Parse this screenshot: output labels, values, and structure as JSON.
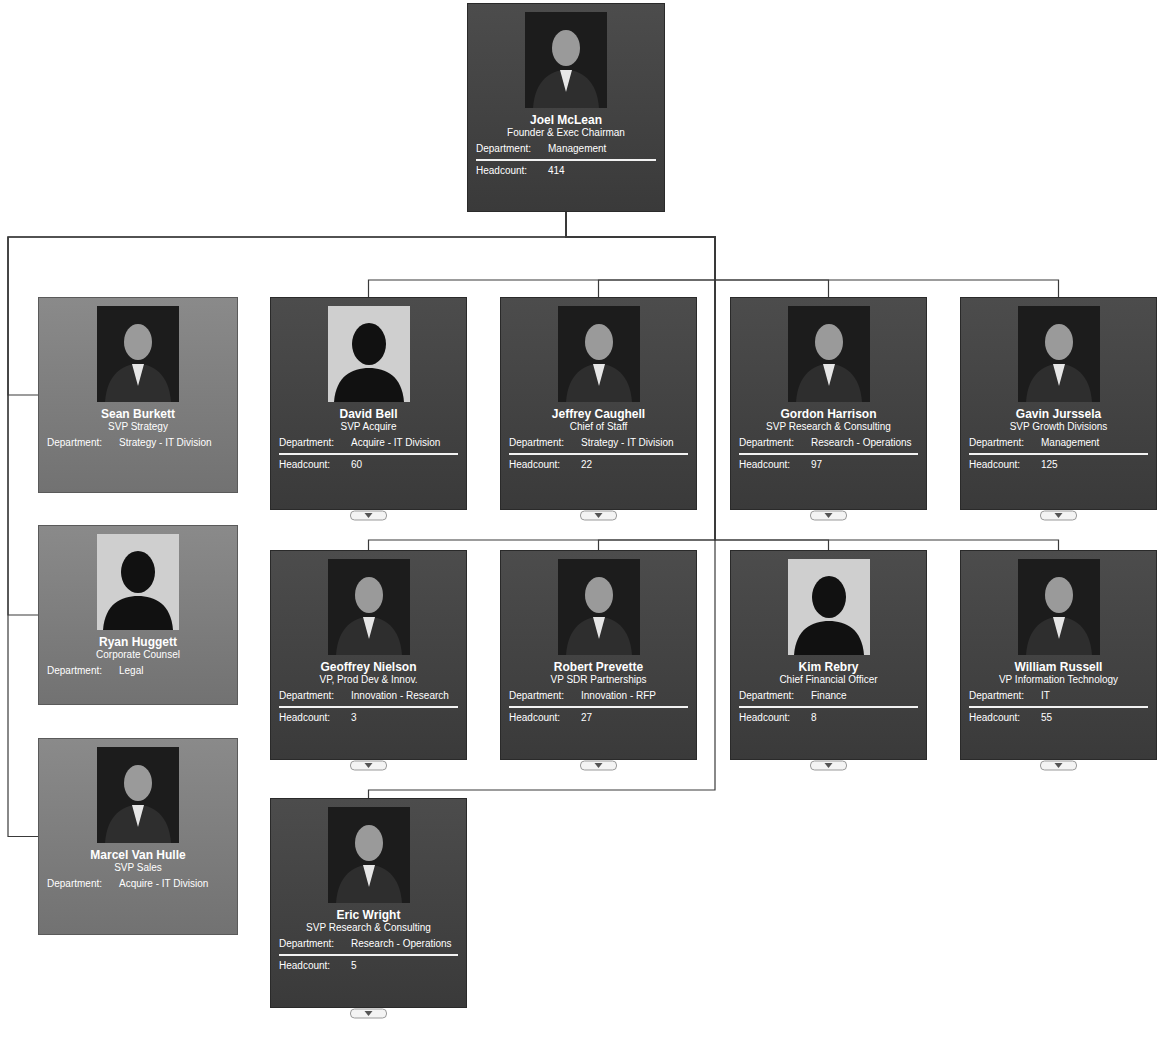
{
  "diagram": {
    "nodes": [
      {
        "text": [
          "Joel McLean",
          "Founder & Exec Chairman",
          "Department:",
          "Management",
          "Headcount:",
          "414"
        ]
      },
      {
        "text": [
          "Sean Burkett",
          "SVP Strategy",
          "Department:",
          "Strategy - IT Division"
        ]
      },
      {
        "text": [
          "Ryan Huggett",
          "Corporate Counsel",
          "Department:",
          "Legal"
        ]
      },
      {
        "text": [
          "Marcel Van Hulle",
          "SVP Sales",
          "Department:",
          "Acquire - IT Division"
        ]
      },
      {
        "text": [
          "David Bell",
          "SVP Acquire",
          "Department:",
          "Acquire - IT Division",
          "Headcount:",
          "60"
        ]
      },
      {
        "text": [
          "Jeffrey Caughell",
          "Chief of Staff",
          "Department:",
          "Strategy - IT Division",
          "Headcount:",
          "22"
        ]
      },
      {
        "text": [
          "Gordon Harrison",
          "SVP Research & Consulting",
          "Department:",
          "Research - Operations",
          "Headcount:",
          "97"
        ]
      },
      {
        "text": [
          "Gavin Jurssela",
          "SVP Growth Divisions",
          "Department:",
          "Management",
          "Headcount:",
          "125"
        ]
      },
      {
        "text": [
          "Geoffrey Nielson",
          "VP, Prod Dev & Innov.",
          "Department:",
          "Innovation - Research",
          "Headcount:",
          "3"
        ]
      },
      {
        "text": [
          "Robert Prevette",
          "VP SDR Partnerships",
          "Department:",
          "Innovation - RFP",
          "Headcount:",
          "27"
        ]
      },
      {
        "text": [
          "Kim Rebry",
          "Chief Financial Officer",
          "Department:",
          "Finance",
          "Headcount:",
          "8"
        ]
      },
      {
        "text": [
          "William Russell",
          "VP Information Technology",
          "Department:",
          "IT",
          "Headcount:",
          "55"
        ]
      },
      {
        "text": [
          "Eric Wright",
          "SVP Research & Consulting",
          "Department:",
          "Research - Operations",
          "Headcount:",
          "5"
        ]
      }
    ],
    "edges": [
      {
        "from": 0,
        "to": 1,
        "arrow": "none"
      },
      {
        "from": 0,
        "to": 2,
        "arrow": "none"
      },
      {
        "from": 0,
        "to": 3,
        "arrow": "none"
      },
      {
        "from": 0,
        "to": 4,
        "arrow": "none"
      },
      {
        "from": 0,
        "to": 5,
        "arrow": "none"
      },
      {
        "from": 0,
        "to": 6,
        "arrow": "none"
      },
      {
        "from": 0,
        "to": 7,
        "arrow": "none"
      },
      {
        "from": 0,
        "to": 8,
        "arrow": "none"
      },
      {
        "from": 0,
        "to": 9,
        "arrow": "none"
      },
      {
        "from": 0,
        "to": 10,
        "arrow": "none"
      },
      {
        "from": 0,
        "to": 11,
        "arrow": "none"
      },
      {
        "from": 0,
        "to": 12,
        "arrow": "none"
      }
    ]
  }
}
